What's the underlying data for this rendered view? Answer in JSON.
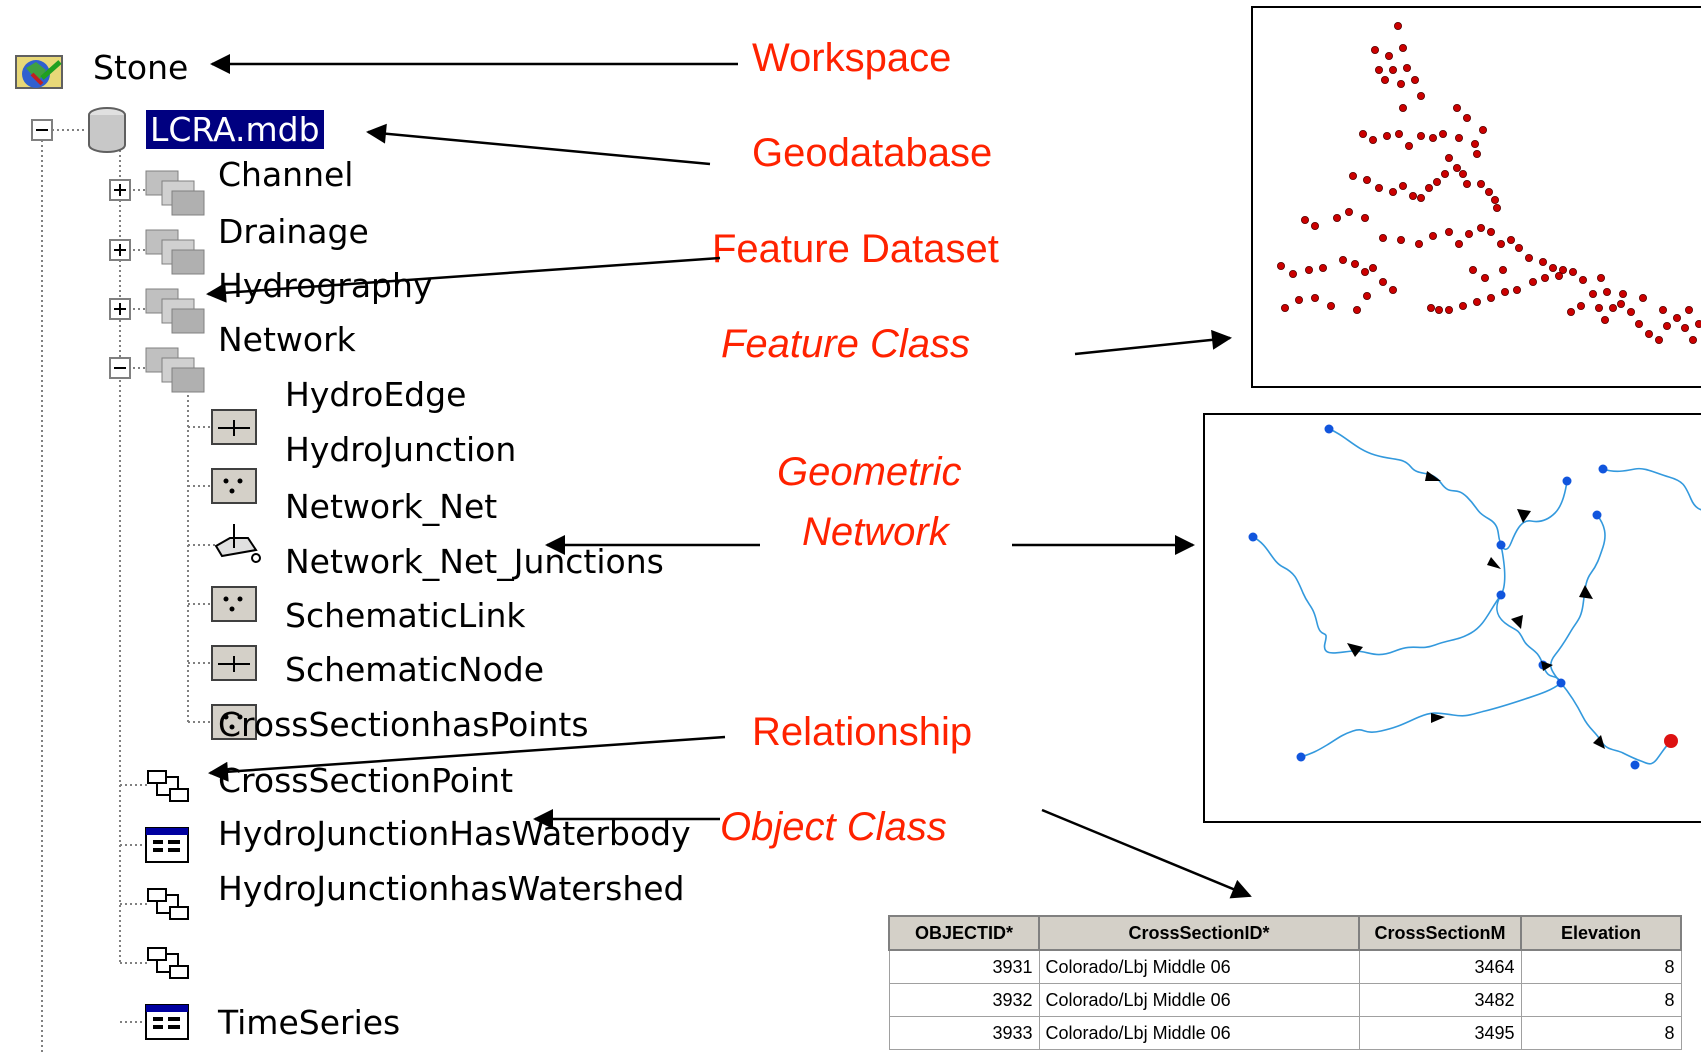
{
  "tree": {
    "workspace": "Stone",
    "geodatabase": "LCRA.mdb",
    "datasets": [
      "Channel",
      "Drainage",
      "Hydrography",
      "Network"
    ],
    "network_children": [
      "HydroEdge",
      "HydroJunction",
      "Network_Net",
      "Network_Net_Junctions",
      "SchematicLink",
      "SchematicNode"
    ],
    "classes": [
      "CrossSectionhasPoints",
      "CrossSectionPoint",
      "HydroJunctionHasWaterbody",
      "HydroJunctionhasWatershed",
      "TimeSeries"
    ]
  },
  "labels": {
    "workspace": "Workspace",
    "geodatabase": "Geodatabase",
    "feature_dataset": "Feature Dataset",
    "feature_class": "Feature Class",
    "geometric": "Geometric",
    "network": "Network",
    "relationship": "Relationship",
    "object_class": "Object Class"
  },
  "table": {
    "headers": [
      "OBJECTID*",
      "CrossSectionID*",
      "CrossSectionM",
      "Elevation"
    ],
    "rows": [
      [
        "3931",
        "Colorado/Lbj Middle 06",
        "3464",
        "8"
      ],
      [
        "3932",
        "Colorado/Lbj Middle 06",
        "3482",
        "8"
      ],
      [
        "3933",
        "Colorado/Lbj Middle 06",
        "3495",
        "8"
      ]
    ]
  },
  "colors": {
    "label": "#ff2200",
    "point": "#cc0000",
    "river": "#3399dd",
    "node": "#1155dd",
    "selection": "#000080"
  }
}
